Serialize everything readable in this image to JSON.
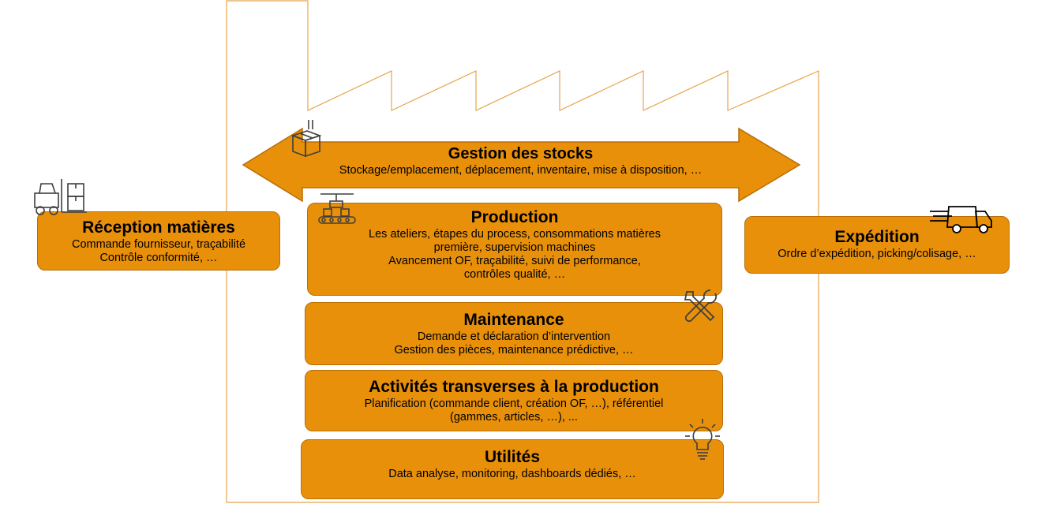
{
  "stocks": {
    "title": "Gestion des stocks",
    "line": "Stockage/emplacement, déplacement, inventaire, mise à disposition, …"
  },
  "reception": {
    "title": "Réception matières",
    "lines": [
      "Commande fournisseur, traçabilité",
      "Contrôle conformité, …"
    ]
  },
  "production": {
    "title": "Production",
    "lines": [
      "Les ateliers, étapes du process, consommations matières",
      "première, supervision machines",
      "Avancement OF, traçabilité, suivi de performance,",
      "contrôles qualité, …"
    ]
  },
  "expedition": {
    "title": "Expédition",
    "line": "Ordre d’expédition, picking/colisage, …"
  },
  "maintenance": {
    "title": "Maintenance",
    "lines": [
      "Demande et déclaration d’intervention",
      "Gestion des pièces, maintenance prédictive, …"
    ]
  },
  "transverses": {
    "title": "Activités transverses à la production",
    "lines": [
      "Planification (commande client, création OF, …), référentiel",
      "(gammes, articles, …), ..."
    ]
  },
  "utilites": {
    "title": "Utilités",
    "line": "Data analyse, monitoring, dashboards dédiés, …"
  },
  "colors": {
    "box_fill": "#E8900A",
    "box_border": "#B86E08",
    "factory_outline": "#E8A54B",
    "icon_stroke": "#3F3F3F"
  },
  "icons": [
    "box-icon",
    "forklift-icon",
    "conveyor-robot-icon",
    "truck-icon",
    "tools-icon",
    "lightbulb-icon"
  ]
}
